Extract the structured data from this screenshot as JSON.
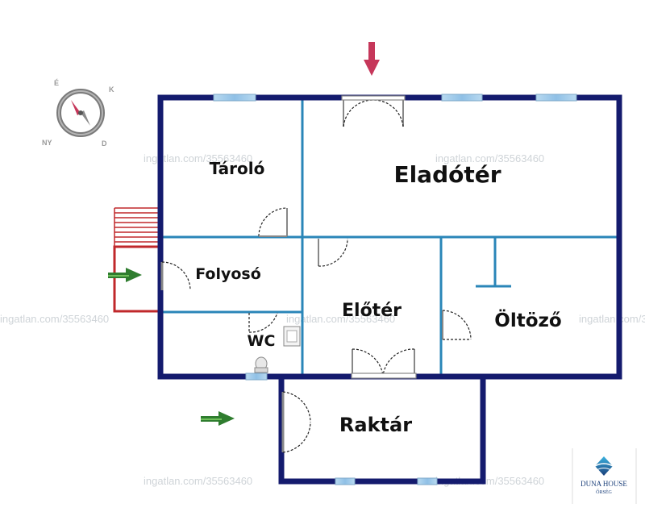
{
  "rooms": {
    "storage": "Tároló",
    "sales": "Eladótér",
    "corridor": "Folyosó",
    "wc": "WC",
    "hall": "Előtér",
    "dressing": "Öltöző",
    "warehouse": "Raktár"
  },
  "compass": {
    "north": "É",
    "east": "K",
    "south": "D",
    "west": "NY"
  },
  "watermark": "ingatlan.com/35563460",
  "logo": {
    "name": "DUNA HOUSE",
    "branch": "ŐRSÉG"
  },
  "colors": {
    "outer_wall": "#141b6e",
    "inner_wall": "#2a86b8",
    "window": "#9ec9e8",
    "stair": "#c0282b",
    "entry_arrow": "#2f7d2f",
    "top_arrow": "#c6375a"
  }
}
